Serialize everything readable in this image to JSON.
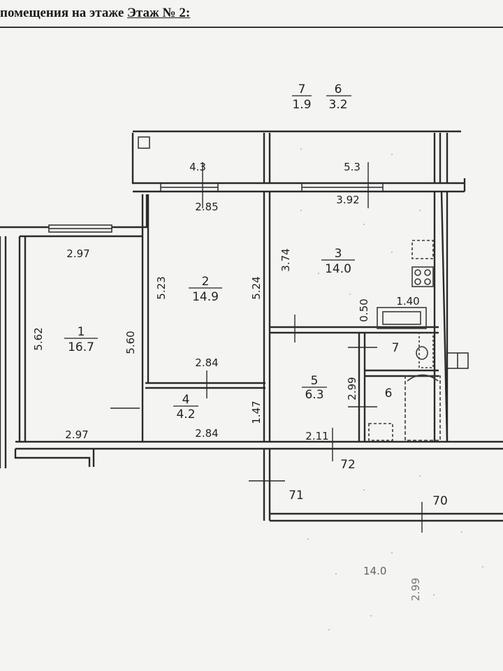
{
  "header": {
    "prefix": "помещения на этаже",
    "floor": "Этаж № 2:"
  },
  "rooms": [
    {
      "id": "1",
      "area": "16.7"
    },
    {
      "id": "2",
      "area": "14.9"
    },
    {
      "id": "3",
      "area": "14.0"
    },
    {
      "id": "4",
      "area": "4.2"
    },
    {
      "id": "5",
      "area": "6.3"
    },
    {
      "id": "6",
      "area": "3.2"
    },
    {
      "id": "7",
      "area": "1.9"
    }
  ],
  "balconies": [
    {
      "id": "4.3"
    },
    {
      "id": "5.3"
    }
  ],
  "dimensions": {
    "r1_top": "2.97",
    "r1_bottom": "2.97",
    "r1_left": "5.62",
    "r1_right": "5.60",
    "r2_top": "2.85",
    "r2_bottom": "2.84",
    "r2_left": "5.23",
    "r2_right": "5.24",
    "r3_top": "3.92",
    "r3_left": "3.74",
    "r3_counter": "1.40",
    "r3_counter_depth": "0.50",
    "r4_bottom": "2.84",
    "r4_side": "1.47",
    "r5_side": "2.99",
    "r5_bottom": "2.11"
  },
  "corridors": {
    "c72": "72",
    "c71": "71",
    "c70": "70"
  },
  "ghost_text": [
    "14.0",
    "2.99"
  ]
}
